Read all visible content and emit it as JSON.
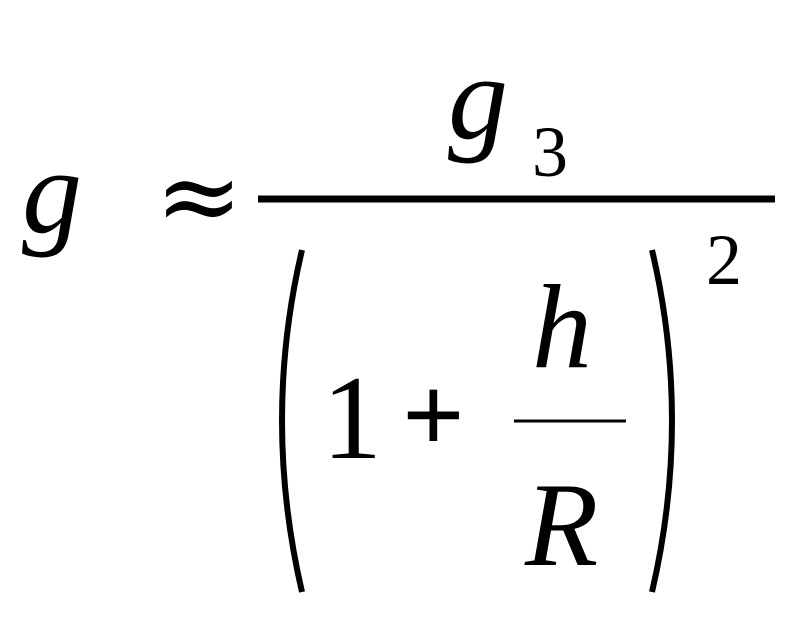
{
  "formula": {
    "lhs_variable": "g",
    "relation_symbol": "≈",
    "numerator": {
      "base": "g",
      "subscript": "3"
    },
    "denominator": {
      "open_paren": "(",
      "one": "1",
      "plus": "+",
      "inner_numerator": "h",
      "inner_denominator": "R",
      "close_paren": ")",
      "exponent": "2"
    }
  }
}
